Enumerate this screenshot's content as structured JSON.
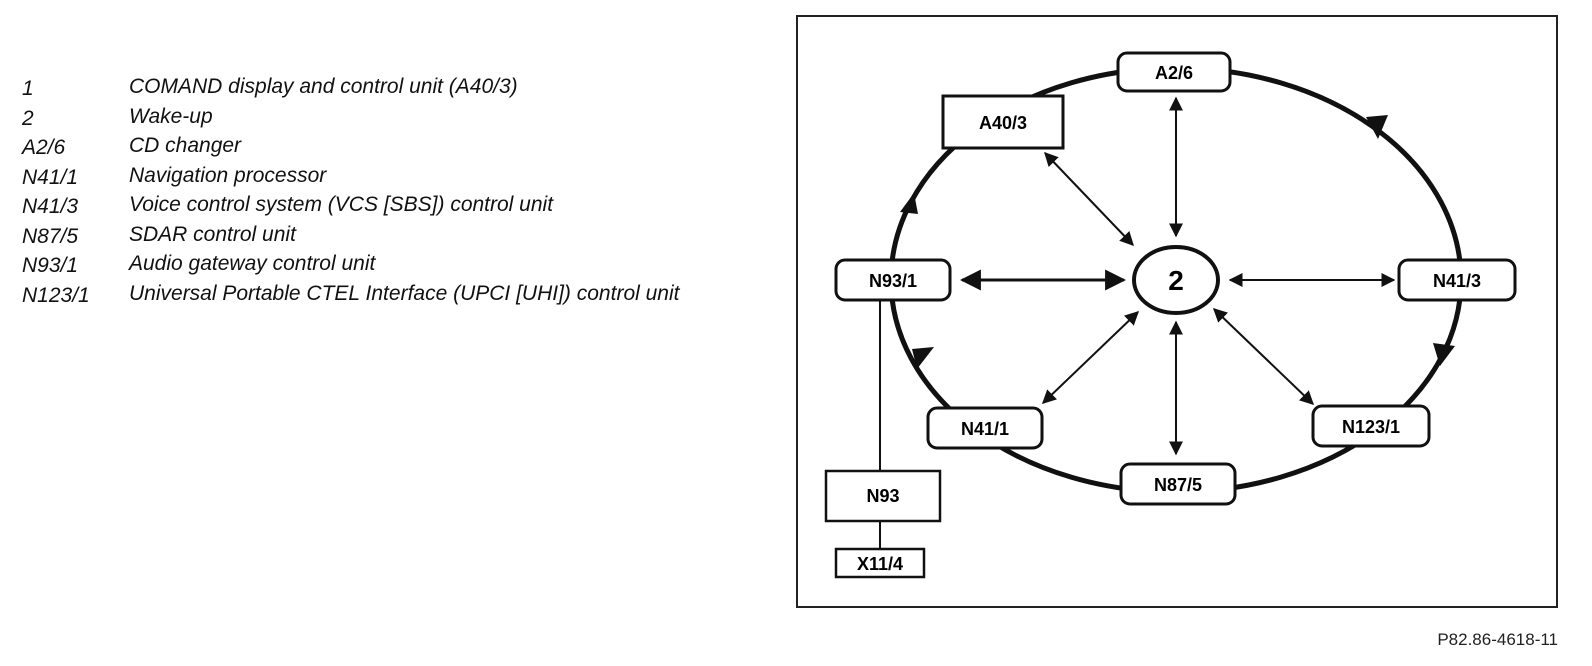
{
  "legend": [
    {
      "key": "1",
      "description": "COMAND display and control unit (A40/3)"
    },
    {
      "key": "2",
      "description": "Wake-up"
    },
    {
      "key": "A2/6",
      "description": "CD changer"
    },
    {
      "key": "N41/1",
      "description": "Navigation processor"
    },
    {
      "key": "N41/3",
      "description": "Voice control system (VCS [SBS]) control unit"
    },
    {
      "key": "N87/5",
      "description": "SDAR control unit"
    },
    {
      "key": "N93/1",
      "description": "Audio gateway control unit"
    },
    {
      "key": "N123/1",
      "description": "Universal Portable CTEL Interface (UPCI [UHI]) control unit"
    }
  ],
  "diagram": {
    "center": "2",
    "ring_nodes": {
      "a2_6": "A2/6",
      "a40_3": "A40/3",
      "n93_1": "N93/1",
      "n41_3": "N41/3",
      "n41_1": "N41/1",
      "n87_5": "N87/5",
      "n123_1": "N123/1"
    },
    "external_nodes": {
      "n93": "N93",
      "x11_4": "X11/4"
    }
  },
  "figure_ref": "P82.86-4618-11"
}
